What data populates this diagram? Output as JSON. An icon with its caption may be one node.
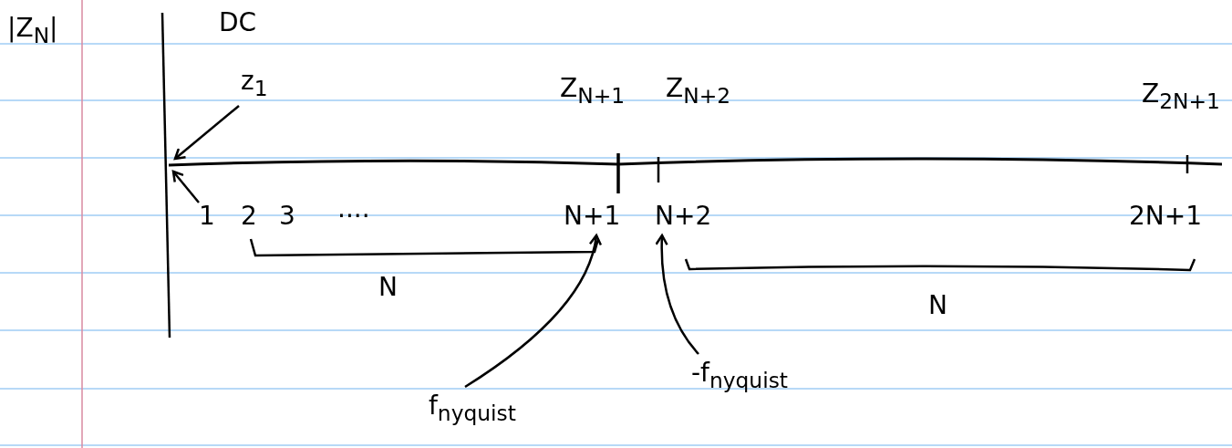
{
  "diagram": {
    "nodes": [
      {
        "text": [
          "DC",
          "z$_{1}$"
        ]
      },
      {
        "text": [
          "1"
        ]
      },
      {
        "text": [
          "N+1"
        ]
      },
      {
        "text": [
          "N+2"
        ]
      },
      {
        "text": [
          "f$_{nyquist}$"
        ]
      },
      {
        "text": [
          "-f$_{nyquist}$"
        ]
      }
    ],
    "edges": [
      {
        "from": 0,
        "to": null,
        "arrow": "to"
      },
      {
        "from": 1,
        "to": null,
        "arrow": "to"
      },
      {
        "from": 4,
        "to": 2,
        "arrow": "to"
      },
      {
        "from": 5,
        "to": 3,
        "arrow": "to"
      }
    ],
    "labels": [
      "|Z$_{N}$|",
      "Z$_{N+1}$",
      "Z$_{N+2}$",
      "Z$_{2N+1}$",
      "2",
      "3",
      "....",
      "2N+1",
      "N",
      "N"
    ]
  }
}
